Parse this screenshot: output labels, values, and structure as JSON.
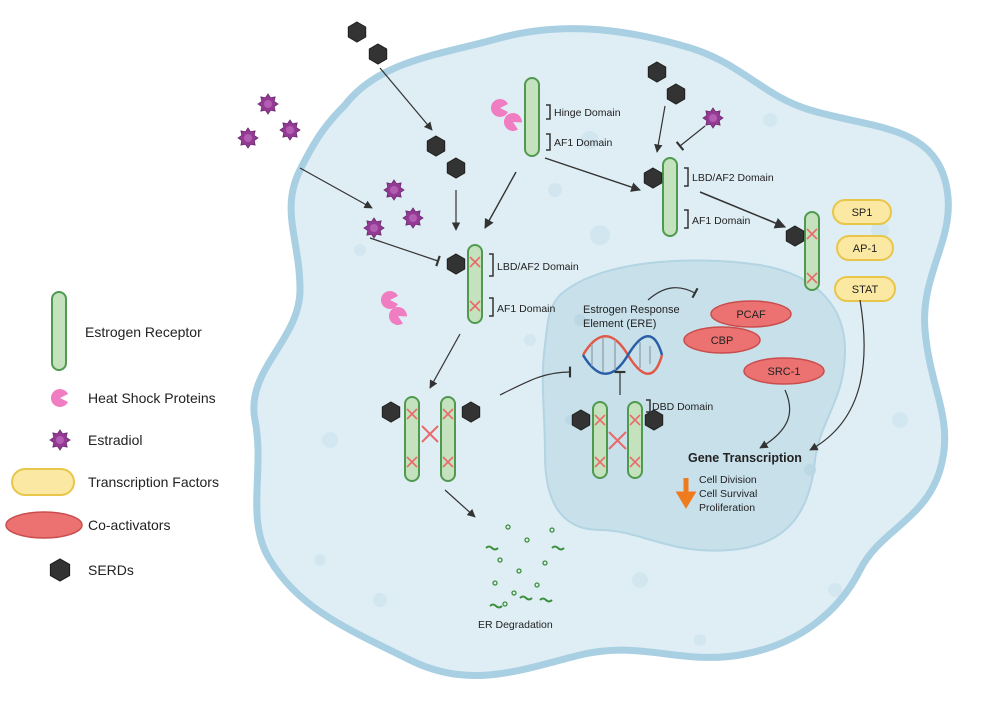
{
  "colors": {
    "cell_fill": "#dfeef5",
    "cell_stroke": "#a9cfe3",
    "nucleus_fill": "#c8e0ea",
    "receptor_fill": "#c4e2bd",
    "receptor_stroke": "#4f9a4f",
    "hsp": "#f07cc1",
    "estradiol": "#933b93",
    "tf_fill": "#fbe8a2",
    "tf_stroke": "#e8c64a",
    "coact_fill": "#ec7272",
    "coact_stroke": "#c94d4d",
    "serd": "#333333",
    "cross": "#e86a6a",
    "down_arrow": "#f07a1e",
    "degradation": "#3a8f3a"
  },
  "legend": {
    "estrogen_receptor": "Estrogen Receptor",
    "heat_shock_proteins": "Heat Shock Proteins",
    "estradiol": "Estradiol",
    "transcription_factors": "Transcription Factors",
    "co_activators": "Co-activators",
    "serds": "SERDs"
  },
  "domains": {
    "hinge": "Hinge Domain",
    "af1": "AF1 Domain",
    "lbd_af2": "LBD/AF2 Domain",
    "dbd": "DBD Domain"
  },
  "transcription_factors": [
    "SP1",
    "AP-1",
    "STAT"
  ],
  "co_activators": [
    "PCAF",
    "CBP",
    "SRC-1"
  ],
  "ere": {
    "line1": "Estrogen Response",
    "line2": "Element (ERE)"
  },
  "gene_transcription": {
    "title": "Gene Transcription",
    "effects": [
      "Cell Division",
      "Cell Survival",
      "Proliferation"
    ]
  },
  "degradation_label": "ER Degradation"
}
